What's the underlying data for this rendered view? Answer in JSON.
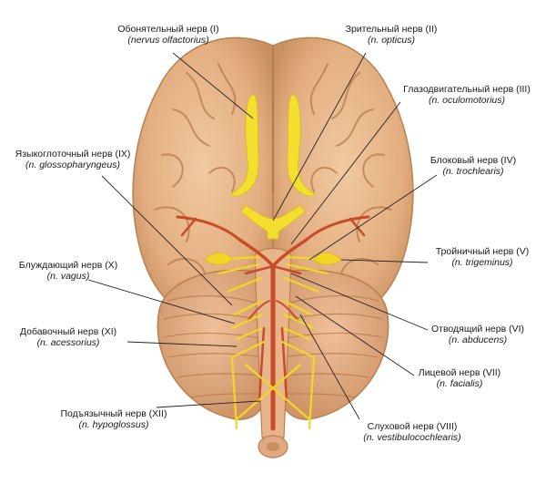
{
  "labels": {
    "olfactory": {
      "ru": "Обонятельный нерв (I)",
      "la": "(nervus olfactorius)"
    },
    "optic": {
      "ru": "Зрительный нерв (II)",
      "la": "(n. opticus)"
    },
    "oculomotor": {
      "ru": "Глазодвигательный нерв (III)",
      "la": "(n. oculomotorius)"
    },
    "trochlear": {
      "ru": "Блоковый нерв (IV)",
      "la": "(n. trochlearis)"
    },
    "trigeminal": {
      "ru": "Тройничный нерв (V)",
      "la": "(n. trigeminus)"
    },
    "abducens": {
      "ru": "Отводящий нерв (VI)",
      "la": "(n. abducens)"
    },
    "facial": {
      "ru": "Лицевой нерв (VII)",
      "la": "(n. facialis)"
    },
    "vestibulocochlear": {
      "ru": "Слуховой нерв (VIII)",
      "la": "(n. vestibulocochlearis)"
    },
    "glossopharyngeal": {
      "ru": "Языкоглоточный нерв (IX)",
      "la": "(n. glossopharyngeus)"
    },
    "vagus": {
      "ru": "Блуждающий нерв (X)",
      "la": "(n. vagus)"
    },
    "accessory": {
      "ru": "Добавочный нерв (XI)",
      "la": "(n. acessorius)"
    },
    "hypoglossal": {
      "ru": "Подъязычный нерв (XII)",
      "la": "(n. hypoglossus)"
    }
  },
  "colors": {
    "cortex": "#e9b98a",
    "cortex_shadow": "#c98f5f",
    "sulcus": "#b67a4a",
    "cerebellum": "#e4ae85",
    "nerve": "#f5df2e",
    "artery": "#c84b2a",
    "leader": "#222222"
  }
}
